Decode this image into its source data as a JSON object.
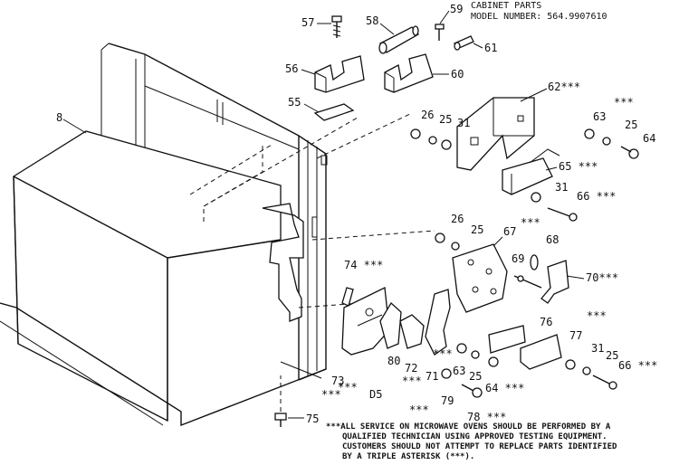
{
  "header": {
    "title": "CABINET PARTS",
    "model_line": "MODEL NUMBER:  564.9907610"
  },
  "labels": {
    "p8": "8",
    "p25a": "25",
    "p25b": "25",
    "p25c": "25",
    "p25d": "25",
    "p25e": "25",
    "p26a": "26",
    "p26b": "26",
    "p31a": "31",
    "p31b": "31",
    "p31c": "31",
    "p55": "55",
    "p56": "56",
    "p57": "57",
    "p58": "58",
    "p59": "59",
    "p60": "60",
    "p61": "61",
    "p62": "62***",
    "p63a": "63",
    "p63b": "63",
    "p64a": "64",
    "p64b": "64 ***",
    "p65": "65 ***",
    "p66a": "66 ***",
    "p66b": "66 ***",
    "p67": "67",
    "p68": "68",
    "p69": "69",
    "p70": "70***",
    "p71": "71",
    "p72": "72",
    "p73": "73",
    "p74": "74 ***",
    "p75": "75",
    "p76": "76",
    "p77": "77",
    "p78": "78 ***",
    "p79": "79",
    "p80": "80",
    "d5": "D5",
    "st1": "***",
    "st2": "***",
    "st3": "***",
    "st4": "***",
    "st5": "***",
    "st6": "***",
    "st7": "***",
    "st8": "***"
  },
  "footer_note": {
    "line1": "***ALL SERVICE ON MICROWAVE OVENS SHOULD BE PERFORMED BY A",
    "line2": "QUALIFIED TECHNICIAN USING APPROVED TESTING EQUIPMENT.",
    "line3": "CUSTOMERS SHOULD NOT ATTEMPT TO REPLACE PARTS IDENTIFIED",
    "line4": "BY A TRIPLE ASTERISK (***)."
  }
}
